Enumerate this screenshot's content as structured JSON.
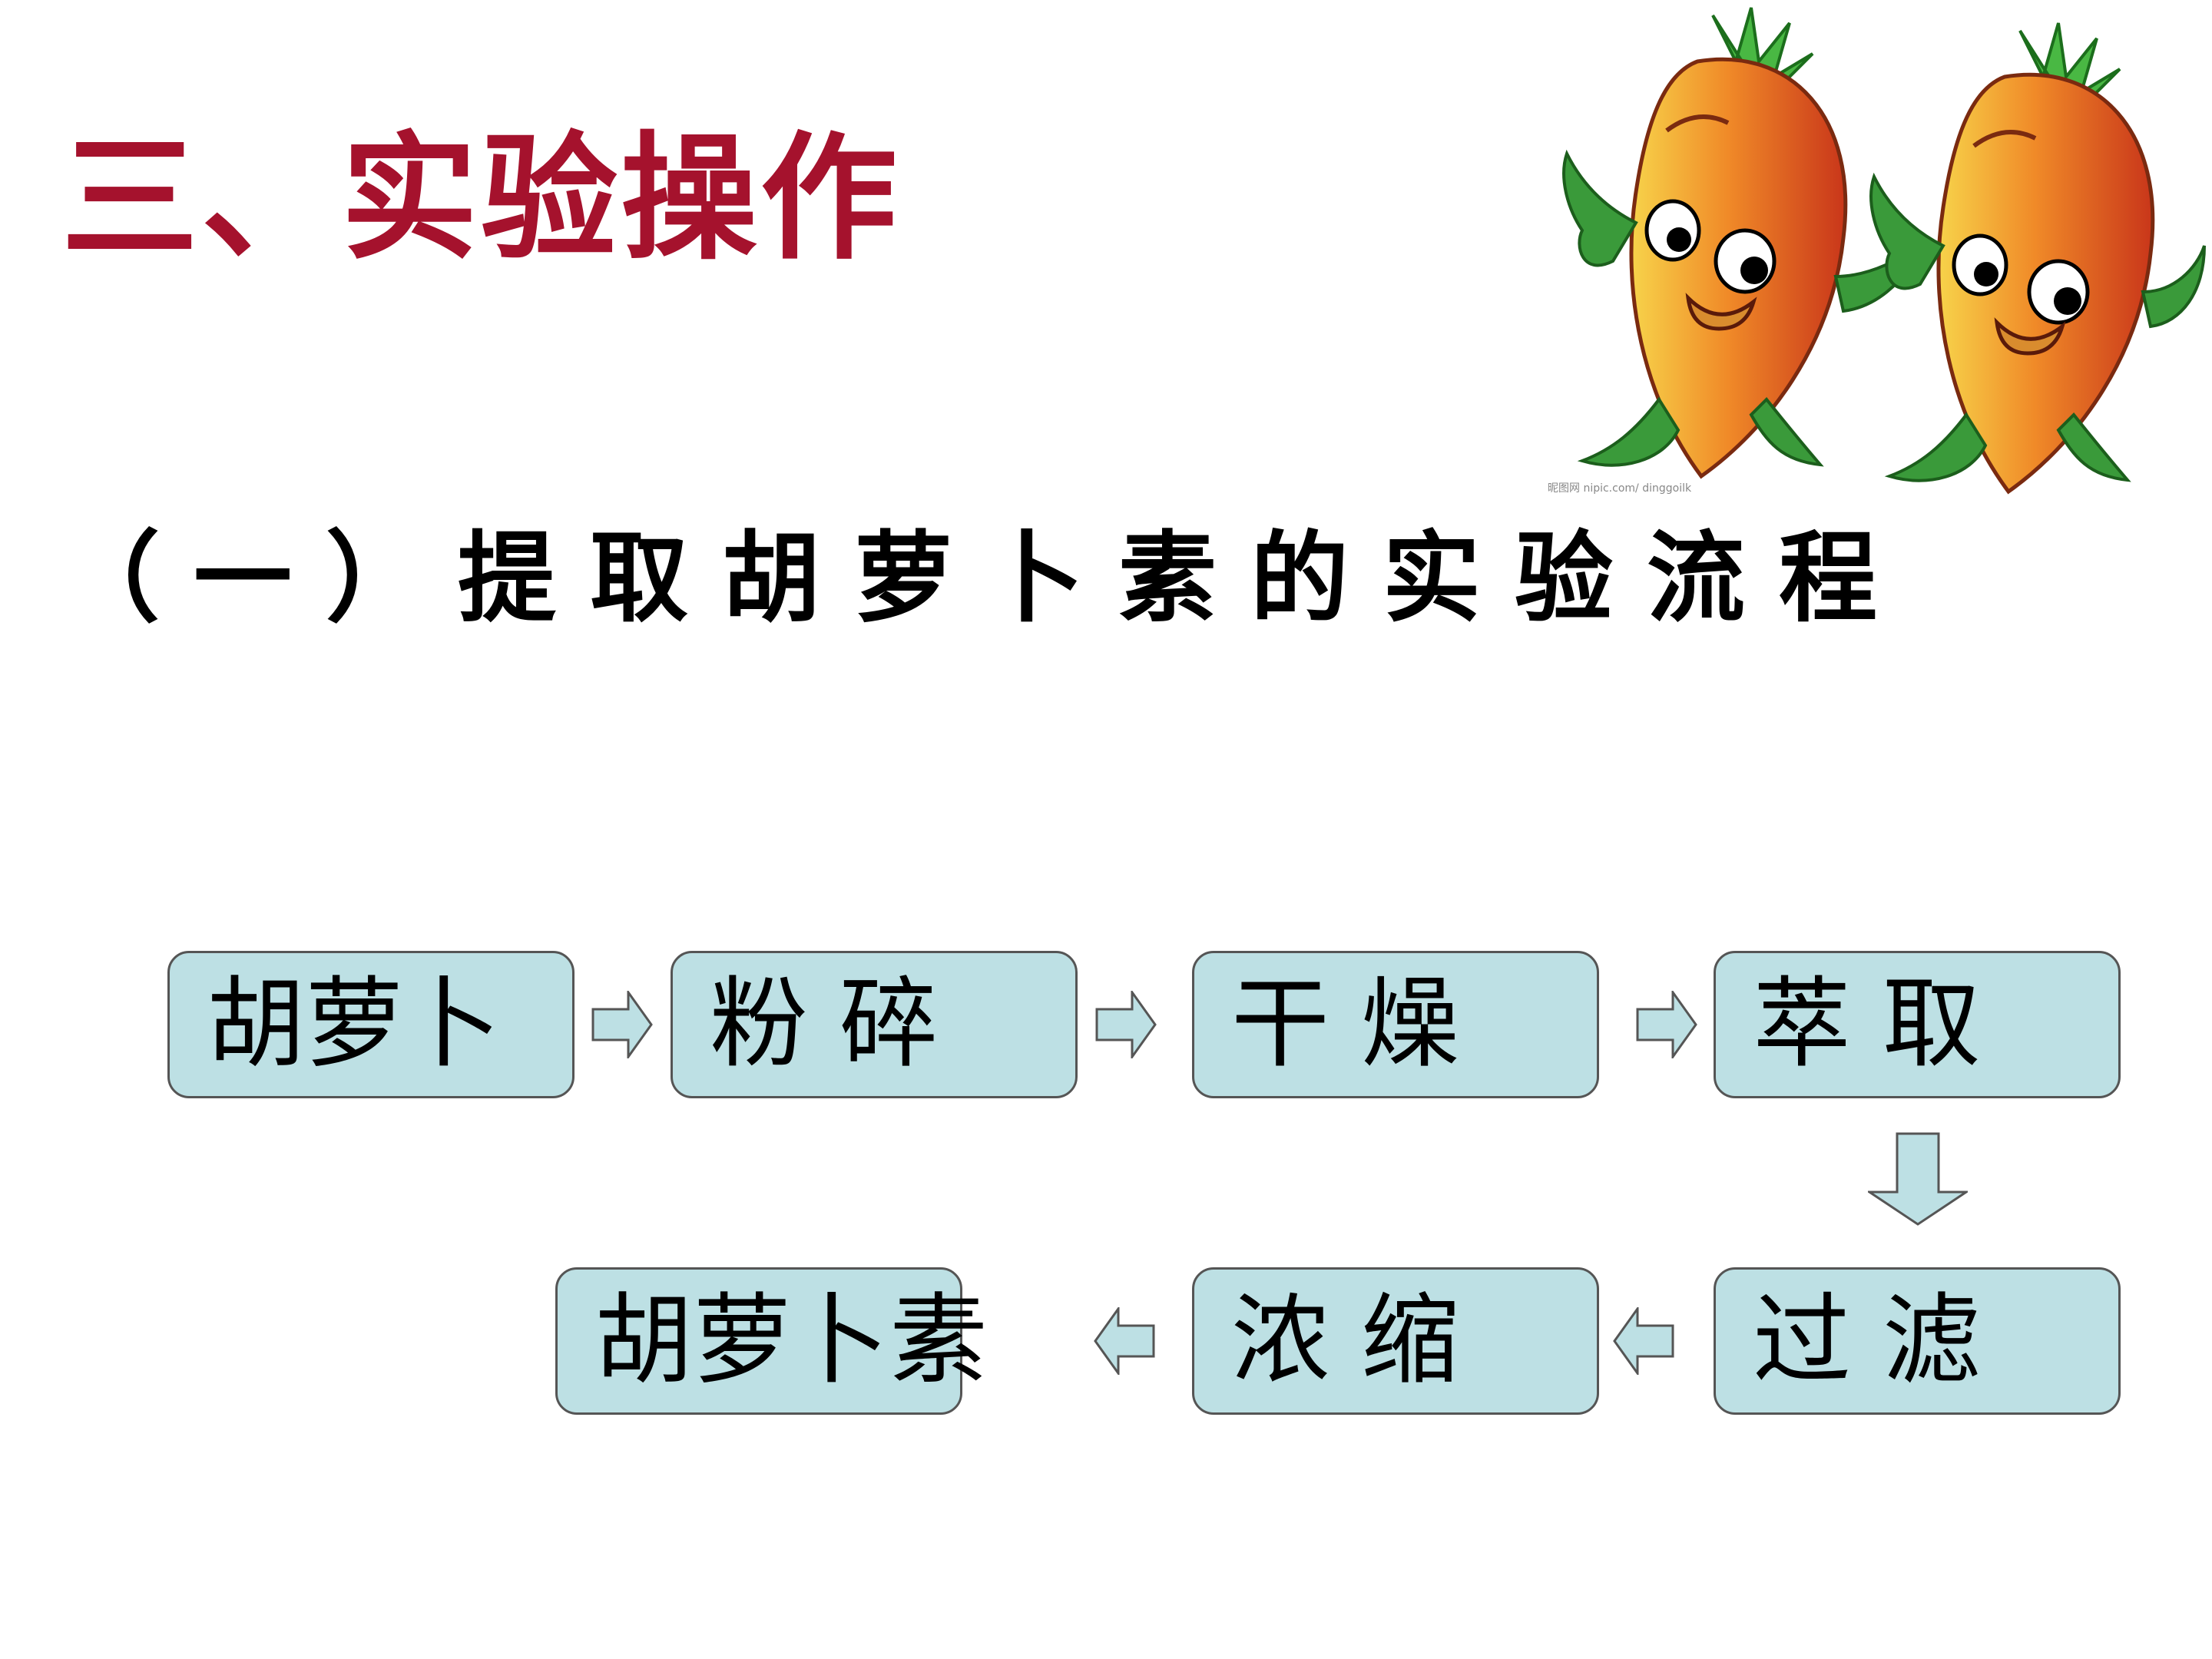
{
  "title": "三、实验操作",
  "subtitle": "（一）提取胡萝卜素的实验流程",
  "watermark": "昵图网 nipic.com/ dinggoilk",
  "flow": {
    "steps": [
      "胡萝卜",
      "粉 碎",
      "干 燥",
      "萃 取",
      "过 滤",
      "浓 缩",
      "胡萝卜素"
    ]
  },
  "colors": {
    "title": "#a5122d",
    "box_fill": "#bde0e4",
    "box_border": "#555555",
    "arrow_fill": "#bde0e4",
    "carrot_orange": "#ec7a22",
    "leaf_green": "#2e8b2e"
  }
}
